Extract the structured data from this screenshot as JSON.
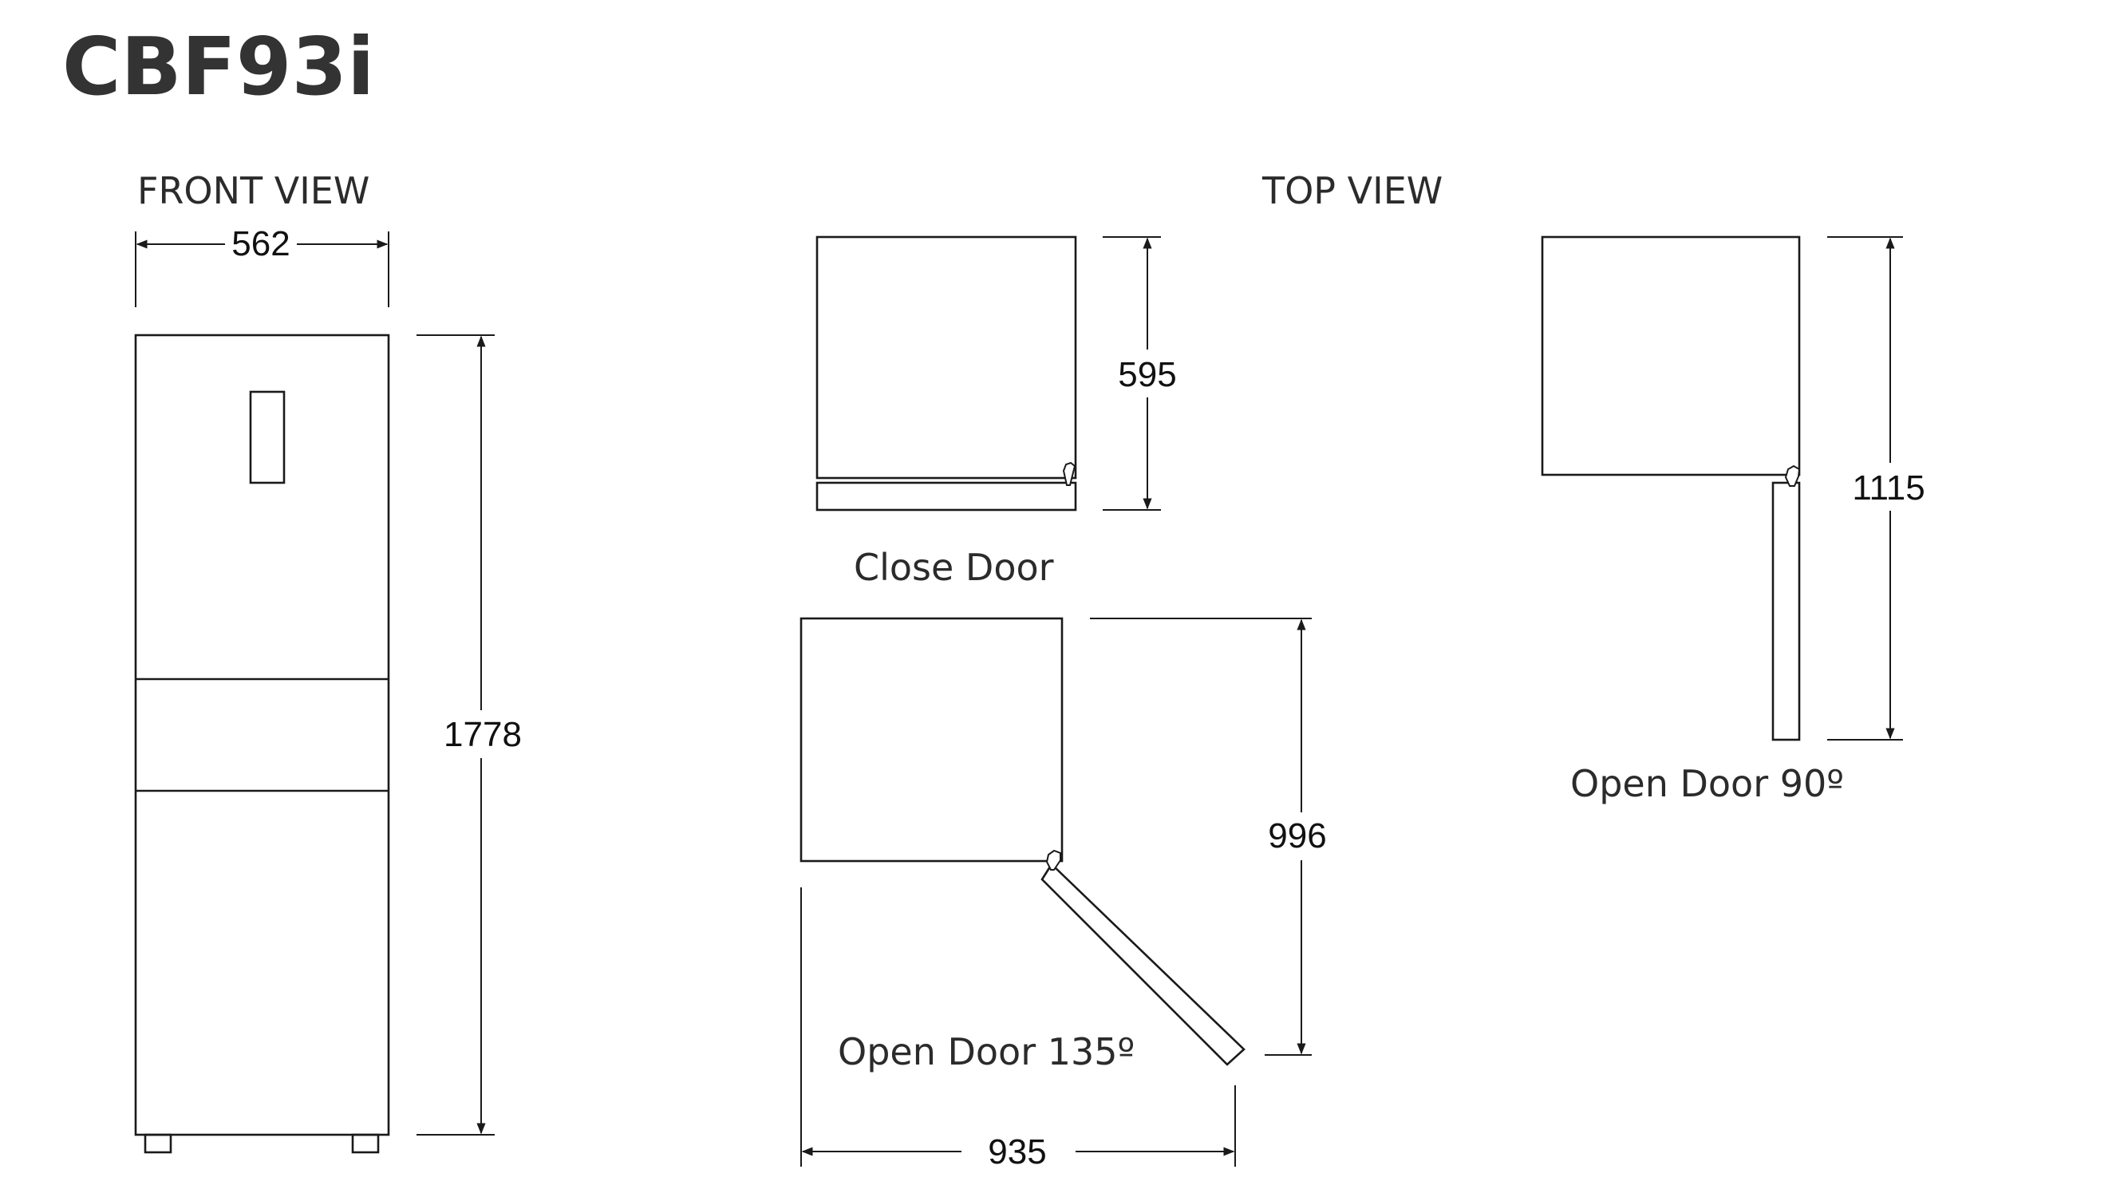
{
  "title": "CBF93i",
  "front_view": {
    "label": "FRONT VIEW",
    "width_mm": "562",
    "height_mm": "1778"
  },
  "top_view": {
    "label": "TOP VIEW",
    "close_door": {
      "label": "Close Door",
      "depth_mm": "595"
    },
    "open_door_135": {
      "label": "Open Door 135º",
      "depth_mm": "996",
      "width_mm": "935"
    },
    "open_door_90": {
      "label": "Open Door 90º",
      "depth_mm": "1115"
    }
  },
  "colors": {
    "line": "#1a1a1a",
    "title": "#333333",
    "label": "#2b2b2b"
  }
}
